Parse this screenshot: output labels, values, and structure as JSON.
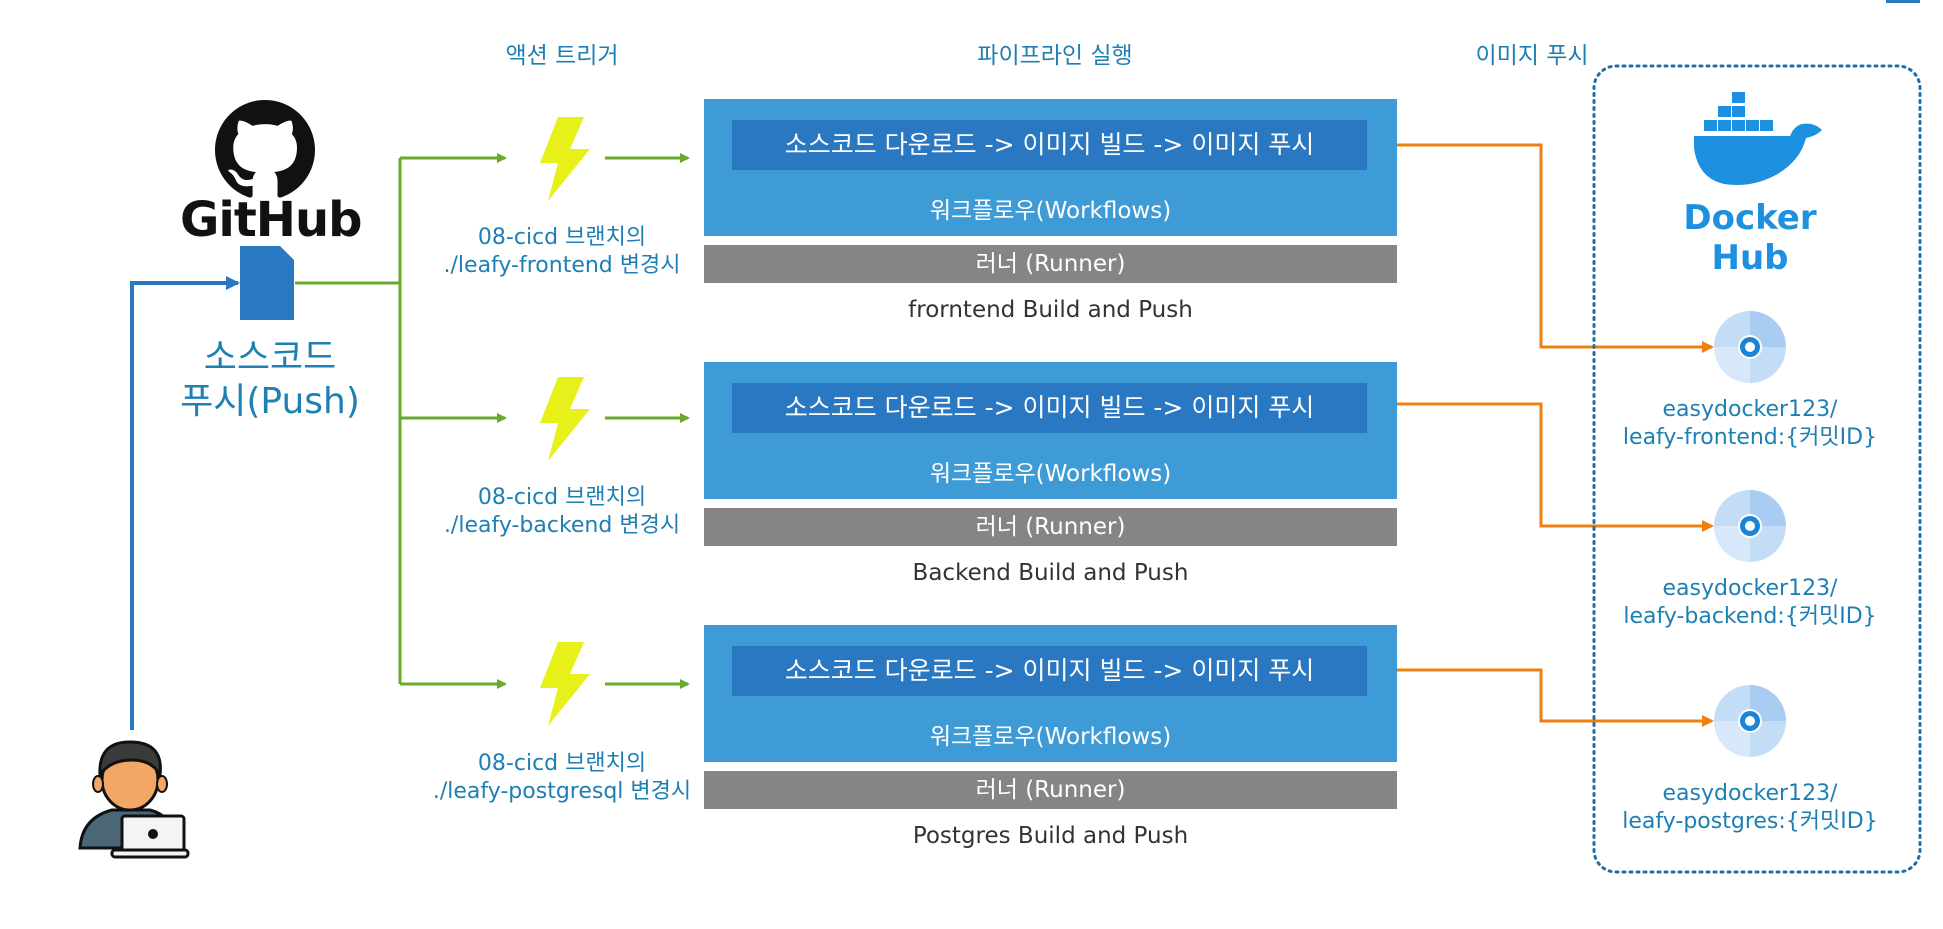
{
  "headers": {
    "trigger": "액션 트리거",
    "pipeline": "파이프라인 실행",
    "push": "이미지 푸시"
  },
  "github": {
    "logo_text": "GitHub",
    "push_label_line1": "소스코드",
    "push_label_line2": "푸시(Push)"
  },
  "docker": {
    "line1": "Docker",
    "line2": "Hub"
  },
  "pipelines": [
    {
      "trigger_line1": "08-cicd 브랜치의",
      "trigger_line2": "./leafy-frontend 변경시",
      "steps": "소스코드 다운로드 -> 이미지 빌드 -> 이미지 푸시",
      "workflow": "워크플로우(Workflows)",
      "runner": "러너 (Runner)",
      "name": "frorntend Build and Push",
      "image_line1": "easydocker123/",
      "image_line2": "leafy-frontend:{커밋ID}"
    },
    {
      "trigger_line1": "08-cicd 브랜치의",
      "trigger_line2": "./leafy-backend 변경시",
      "steps": "소스코드 다운로드 -> 이미지 빌드 -> 이미지 푸시",
      "workflow": "워크플로우(Workflows)",
      "runner": "러너 (Runner)",
      "name": "Backend Build and Push",
      "image_line1": "easydocker123/",
      "image_line2": "leafy-backend:{커밋ID}"
    },
    {
      "trigger_line1": "08-cicd 브랜치의",
      "trigger_line2": "./leafy-postgresql 변경시",
      "steps": "소스코드 다운로드 -> 이미지 빌드 -> 이미지 푸시",
      "workflow": "워크플로우(Workflows)",
      "runner": "러너 (Runner)",
      "name": "Postgres Build and Push",
      "image_line1": "easydocker123/",
      "image_line2": "leafy-postgres:{커밋ID}"
    }
  ],
  "colors": {
    "green_arrow": "#6aaa2a",
    "orange_arrow": "#f07f12",
    "blue_arrow": "#2a78c2",
    "bolt": "#e8f01a",
    "pipeline_bg": "#3f9bd6",
    "steps_bg": "#2a78c2",
    "runner_bg": "#858585"
  }
}
